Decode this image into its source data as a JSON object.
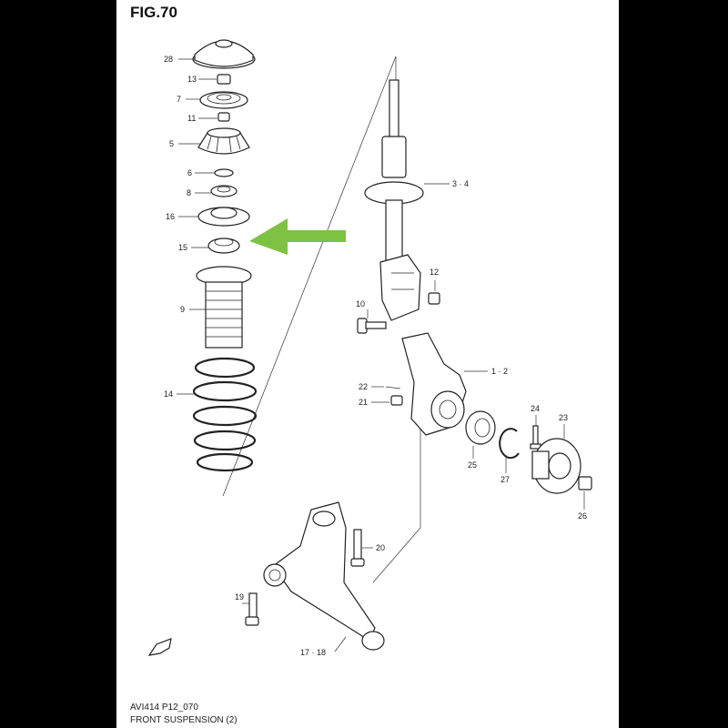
{
  "figure": {
    "title": "FIG.70"
  },
  "footer": {
    "code": "AVI414 P12_070",
    "caption": "FRONT SUSPENSION (2)"
  },
  "callouts": {
    "c28": "28",
    "c13": "13",
    "c7": "7",
    "c11": "11",
    "c5": "5",
    "c6": "6",
    "c8": "8",
    "c16": "16",
    "c15": "15",
    "c9": "9",
    "c14": "14",
    "c34": "3 · 4",
    "c12": "12",
    "c10": "10",
    "c12b": "1 · 2",
    "c22": "22",
    "c21": "21",
    "c24": "24",
    "c23": "23",
    "c25": "25",
    "c27": "27",
    "c26": "26",
    "c20": "20",
    "c19": "19",
    "c1718": "17 · 18"
  },
  "highlight": {
    "arrow_color": "#7dc242",
    "target_part": "15"
  }
}
